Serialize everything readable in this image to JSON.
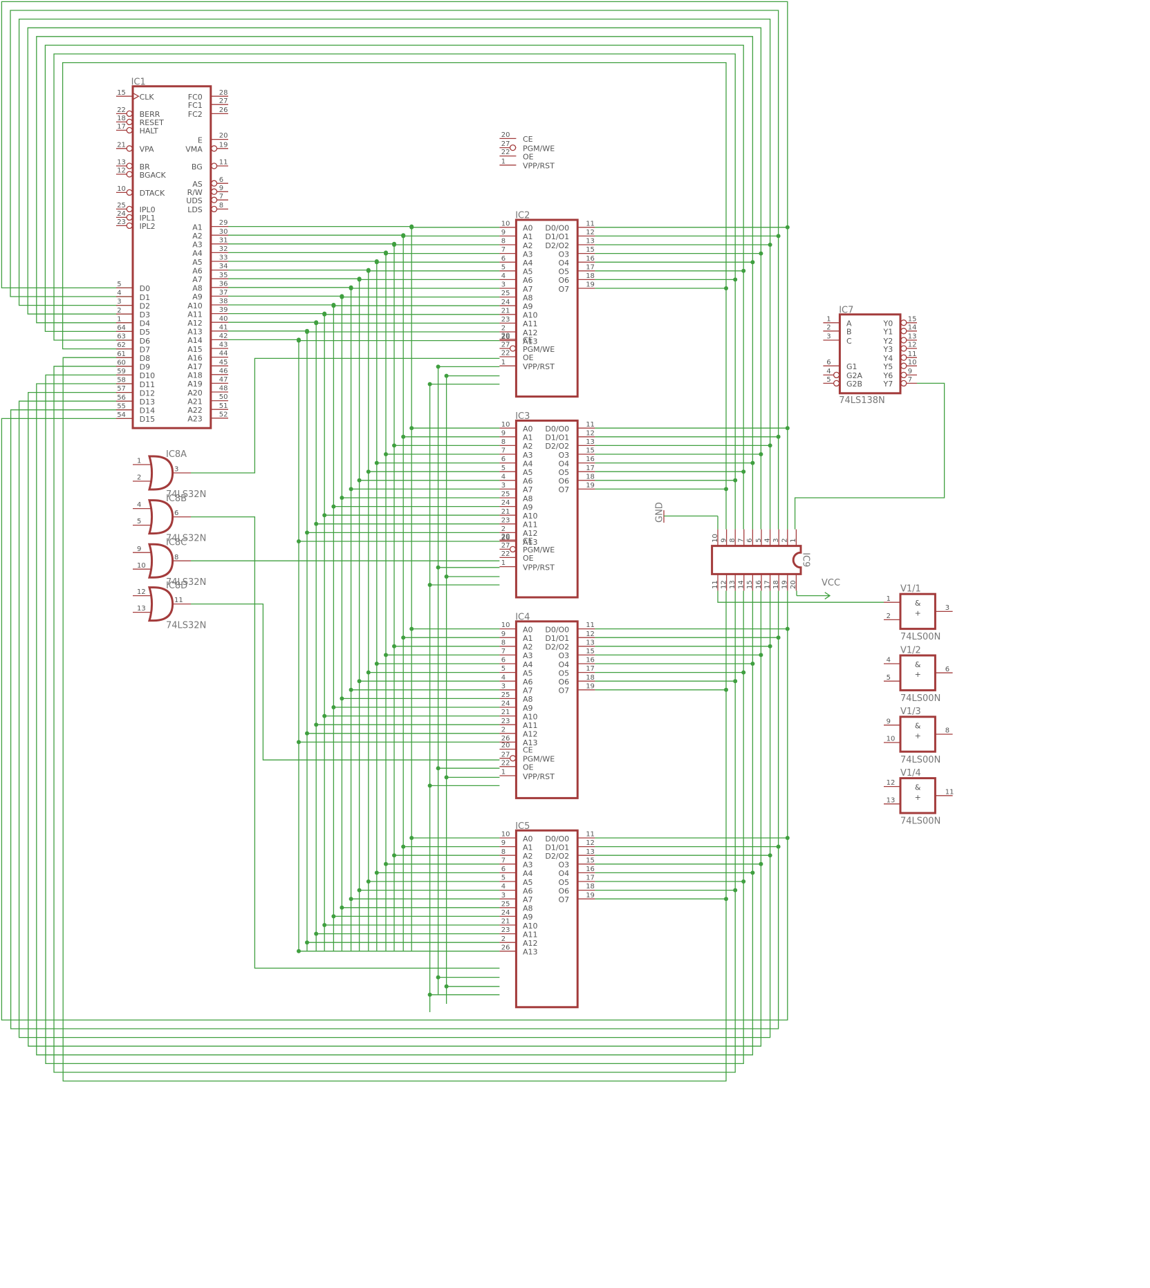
{
  "ic1": {
    "name": "IC1",
    "left": [
      {
        "n": "15",
        "l": "CLK",
        "clk": true
      },
      {
        "n": "22",
        "l": "BERR",
        "inv": true
      },
      {
        "n": "18",
        "l": "RESET",
        "inv": true
      },
      {
        "n": "17",
        "l": "HALT",
        "inv": true
      },
      {
        "n": "21",
        "l": "VPA",
        "inv": true
      },
      {
        "n": "13",
        "l": "BR",
        "inv": true
      },
      {
        "n": "12",
        "l": "BGACK",
        "inv": true
      },
      {
        "n": "10",
        "l": "DTACK",
        "inv": true
      },
      {
        "n": "25",
        "l": "IPL0",
        "inv": true
      },
      {
        "n": "24",
        "l": "IPL1",
        "inv": true
      },
      {
        "n": "23",
        "l": "IPL2",
        "inv": true
      },
      {
        "n": "5",
        "l": "D0"
      },
      {
        "n": "4",
        "l": "D1"
      },
      {
        "n": "3",
        "l": "D2"
      },
      {
        "n": "2",
        "l": "D3"
      },
      {
        "n": "1",
        "l": "D4"
      },
      {
        "n": "64",
        "l": "D5"
      },
      {
        "n": "63",
        "l": "D6"
      },
      {
        "n": "62",
        "l": "D7"
      },
      {
        "n": "61",
        "l": "D8"
      },
      {
        "n": "60",
        "l": "D9"
      },
      {
        "n": "59",
        "l": "D10"
      },
      {
        "n": "58",
        "l": "D11"
      },
      {
        "n": "57",
        "l": "D12"
      },
      {
        "n": "56",
        "l": "D13"
      },
      {
        "n": "55",
        "l": "D14"
      },
      {
        "n": "54",
        "l": "D15"
      }
    ],
    "right": [
      {
        "n": "28",
        "l": "FC0"
      },
      {
        "n": "27",
        "l": "FC1"
      },
      {
        "n": "26",
        "l": "FC2"
      },
      {
        "n": "20",
        "l": "E"
      },
      {
        "n": "19",
        "l": "VMA",
        "inv": true
      },
      {
        "n": "11",
        "l": "BG",
        "inv": true
      },
      {
        "n": "6",
        "l": "AS",
        "inv": true
      },
      {
        "n": "9",
        "l": "R/W",
        "inv": true
      },
      {
        "n": "7",
        "l": "UDS",
        "inv": true
      },
      {
        "n": "8",
        "l": "LDS",
        "inv": true
      },
      {
        "n": "29",
        "l": "A1"
      },
      {
        "n": "30",
        "l": "A2"
      },
      {
        "n": "31",
        "l": "A3"
      },
      {
        "n": "32",
        "l": "A4"
      },
      {
        "n": "33",
        "l": "A5"
      },
      {
        "n": "34",
        "l": "A6"
      },
      {
        "n": "35",
        "l": "A7"
      },
      {
        "n": "36",
        "l": "A8"
      },
      {
        "n": "37",
        "l": "A9"
      },
      {
        "n": "38",
        "l": "A10"
      },
      {
        "n": "39",
        "l": "A11"
      },
      {
        "n": "40",
        "l": "A12"
      },
      {
        "n": "41",
        "l": "A13"
      },
      {
        "n": "42",
        "l": "A14"
      },
      {
        "n": "43",
        "l": "A15"
      },
      {
        "n": "44",
        "l": "A16"
      },
      {
        "n": "45",
        "l": "A17"
      },
      {
        "n": "46",
        "l": "A18"
      },
      {
        "n": "47",
        "l": "A19"
      },
      {
        "n": "48",
        "l": "A20"
      },
      {
        "n": "50",
        "l": "A21"
      },
      {
        "n": "51",
        "l": "A22"
      },
      {
        "n": "52",
        "l": "A23"
      }
    ]
  },
  "eprom": {
    "names": [
      "IC2",
      "IC3",
      "IC4",
      "IC5"
    ],
    "left": [
      {
        "n": "10",
        "l": "A0"
      },
      {
        "n": "9",
        "l": "A1"
      },
      {
        "n": "8",
        "l": "A2"
      },
      {
        "n": "7",
        "l": "A3"
      },
      {
        "n": "6",
        "l": "A4"
      },
      {
        "n": "5",
        "l": "A5"
      },
      {
        "n": "4",
        "l": "A6"
      },
      {
        "n": "3",
        "l": "A7"
      },
      {
        "n": "25",
        "l": "A8"
      },
      {
        "n": "24",
        "l": "A9"
      },
      {
        "n": "21",
        "l": "A10"
      },
      {
        "n": "23",
        "l": "A11"
      },
      {
        "n": "2",
        "l": "A12"
      },
      {
        "n": "26",
        "l": "A13"
      },
      {
        "n": "20",
        "l": "CE"
      },
      {
        "n": "27",
        "l": "PGM/WE",
        "inv": true
      },
      {
        "n": "22",
        "l": "OE"
      },
      {
        "n": "1",
        "l": "VPP/RST"
      }
    ],
    "right": [
      {
        "n": "11",
        "l": "D0/O0"
      },
      {
        "n": "12",
        "l": "D1/O1"
      },
      {
        "n": "13",
        "l": "D2/O2"
      },
      {
        "n": "15",
        "l": "O3"
      },
      {
        "n": "16",
        "l": "O4"
      },
      {
        "n": "17",
        "l": "O5"
      },
      {
        "n": "18",
        "l": "O6"
      },
      {
        "n": "19",
        "l": "O7"
      }
    ]
  },
  "ic7": {
    "name": "IC7",
    "part": "74LS138N",
    "left": [
      {
        "n": "1",
        "l": "A"
      },
      {
        "n": "2",
        "l": "B"
      },
      {
        "n": "3",
        "l": "C"
      },
      {
        "n": "6",
        "l": "G1"
      },
      {
        "n": "4",
        "l": "G2A",
        "inv": true
      },
      {
        "n": "5",
        "l": "G2B",
        "inv": true
      }
    ],
    "right": [
      {
        "n": "15",
        "l": "Y0"
      },
      {
        "n": "14",
        "l": "Y1"
      },
      {
        "n": "13",
        "l": "Y2"
      },
      {
        "n": "12",
        "l": "Y3"
      },
      {
        "n": "11",
        "l": "Y4"
      },
      {
        "n": "10",
        "l": "Y5"
      },
      {
        "n": "9",
        "l": "Y6"
      },
      {
        "n": "7",
        "l": "Y7"
      }
    ]
  },
  "ic8": [
    {
      "name": "IC8A",
      "part": "74LS32N",
      "in": [
        "1",
        "2"
      ],
      "out": "3"
    },
    {
      "name": "IC8B",
      "part": "74LS32N",
      "in": [
        "4",
        "5"
      ],
      "out": "6"
    },
    {
      "name": "IC8C",
      "part": "74LS32N",
      "in": [
        "9",
        "10"
      ],
      "out": "8"
    },
    {
      "name": "IC8D",
      "part": "74LS32N",
      "in": [
        "12",
        "13"
      ],
      "out": "11"
    }
  ],
  "ic9": {
    "name": "IC9",
    "top": [
      "10",
      "9",
      "8",
      "7",
      "6",
      "5",
      "4",
      "3",
      "2",
      "1"
    ],
    "bottom": [
      "11",
      "12",
      "13",
      "14",
      "15",
      "16",
      "17",
      "18",
      "19",
      "20"
    ]
  },
  "v1": [
    {
      "name": "V1/1",
      "part": "74LS00N",
      "in": [
        "1",
        "2"
      ],
      "out": "3"
    },
    {
      "name": "V1/2",
      "part": "74LS00N",
      "in": [
        "4",
        "5"
      ],
      "out": "6"
    },
    {
      "name": "V1/3",
      "part": "74LS00N",
      "in": [
        "9",
        "10"
      ],
      "out": "8"
    },
    {
      "name": "V1/4",
      "part": "74LS00N",
      "in": [
        "12",
        "13"
      ],
      "out": "11"
    }
  ],
  "gate_symbols": [
    "&",
    "+"
  ],
  "power": {
    "gnd": "GND",
    "vcc": "VCC"
  },
  "colors": {
    "wire": "#3f9f3f",
    "part": "#a33b3b",
    "text": "#555555"
  }
}
